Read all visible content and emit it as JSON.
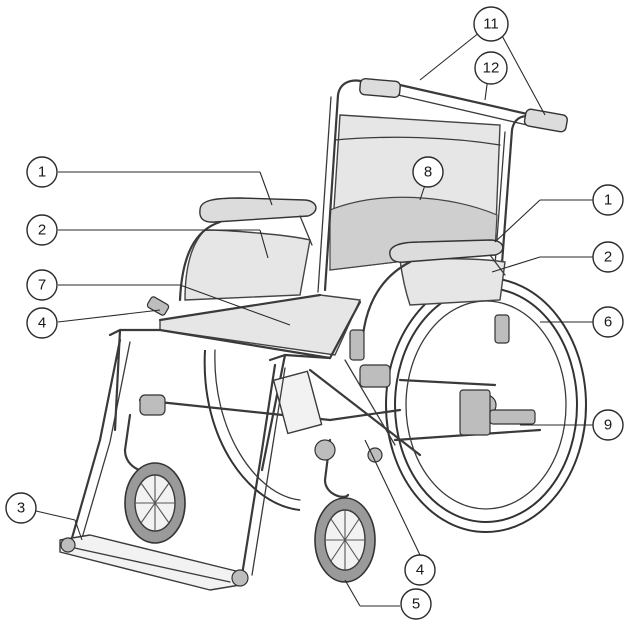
{
  "callouts": [
    {
      "id": "c1-left",
      "label": "1"
    },
    {
      "id": "c1-right",
      "label": "1"
    },
    {
      "id": "c2-left",
      "label": "2"
    },
    {
      "id": "c2-right",
      "label": "2"
    },
    {
      "id": "c3",
      "label": "3"
    },
    {
      "id": "c4-left",
      "label": "4"
    },
    {
      "id": "c4-bottom",
      "label": "4"
    },
    {
      "id": "c5",
      "label": "5"
    },
    {
      "id": "c6",
      "label": "6"
    },
    {
      "id": "c7",
      "label": "7"
    },
    {
      "id": "c8",
      "label": "8"
    },
    {
      "id": "c9",
      "label": "9"
    },
    {
      "id": "c11",
      "label": "11"
    },
    {
      "id": "c12",
      "label": "12"
    }
  ]
}
